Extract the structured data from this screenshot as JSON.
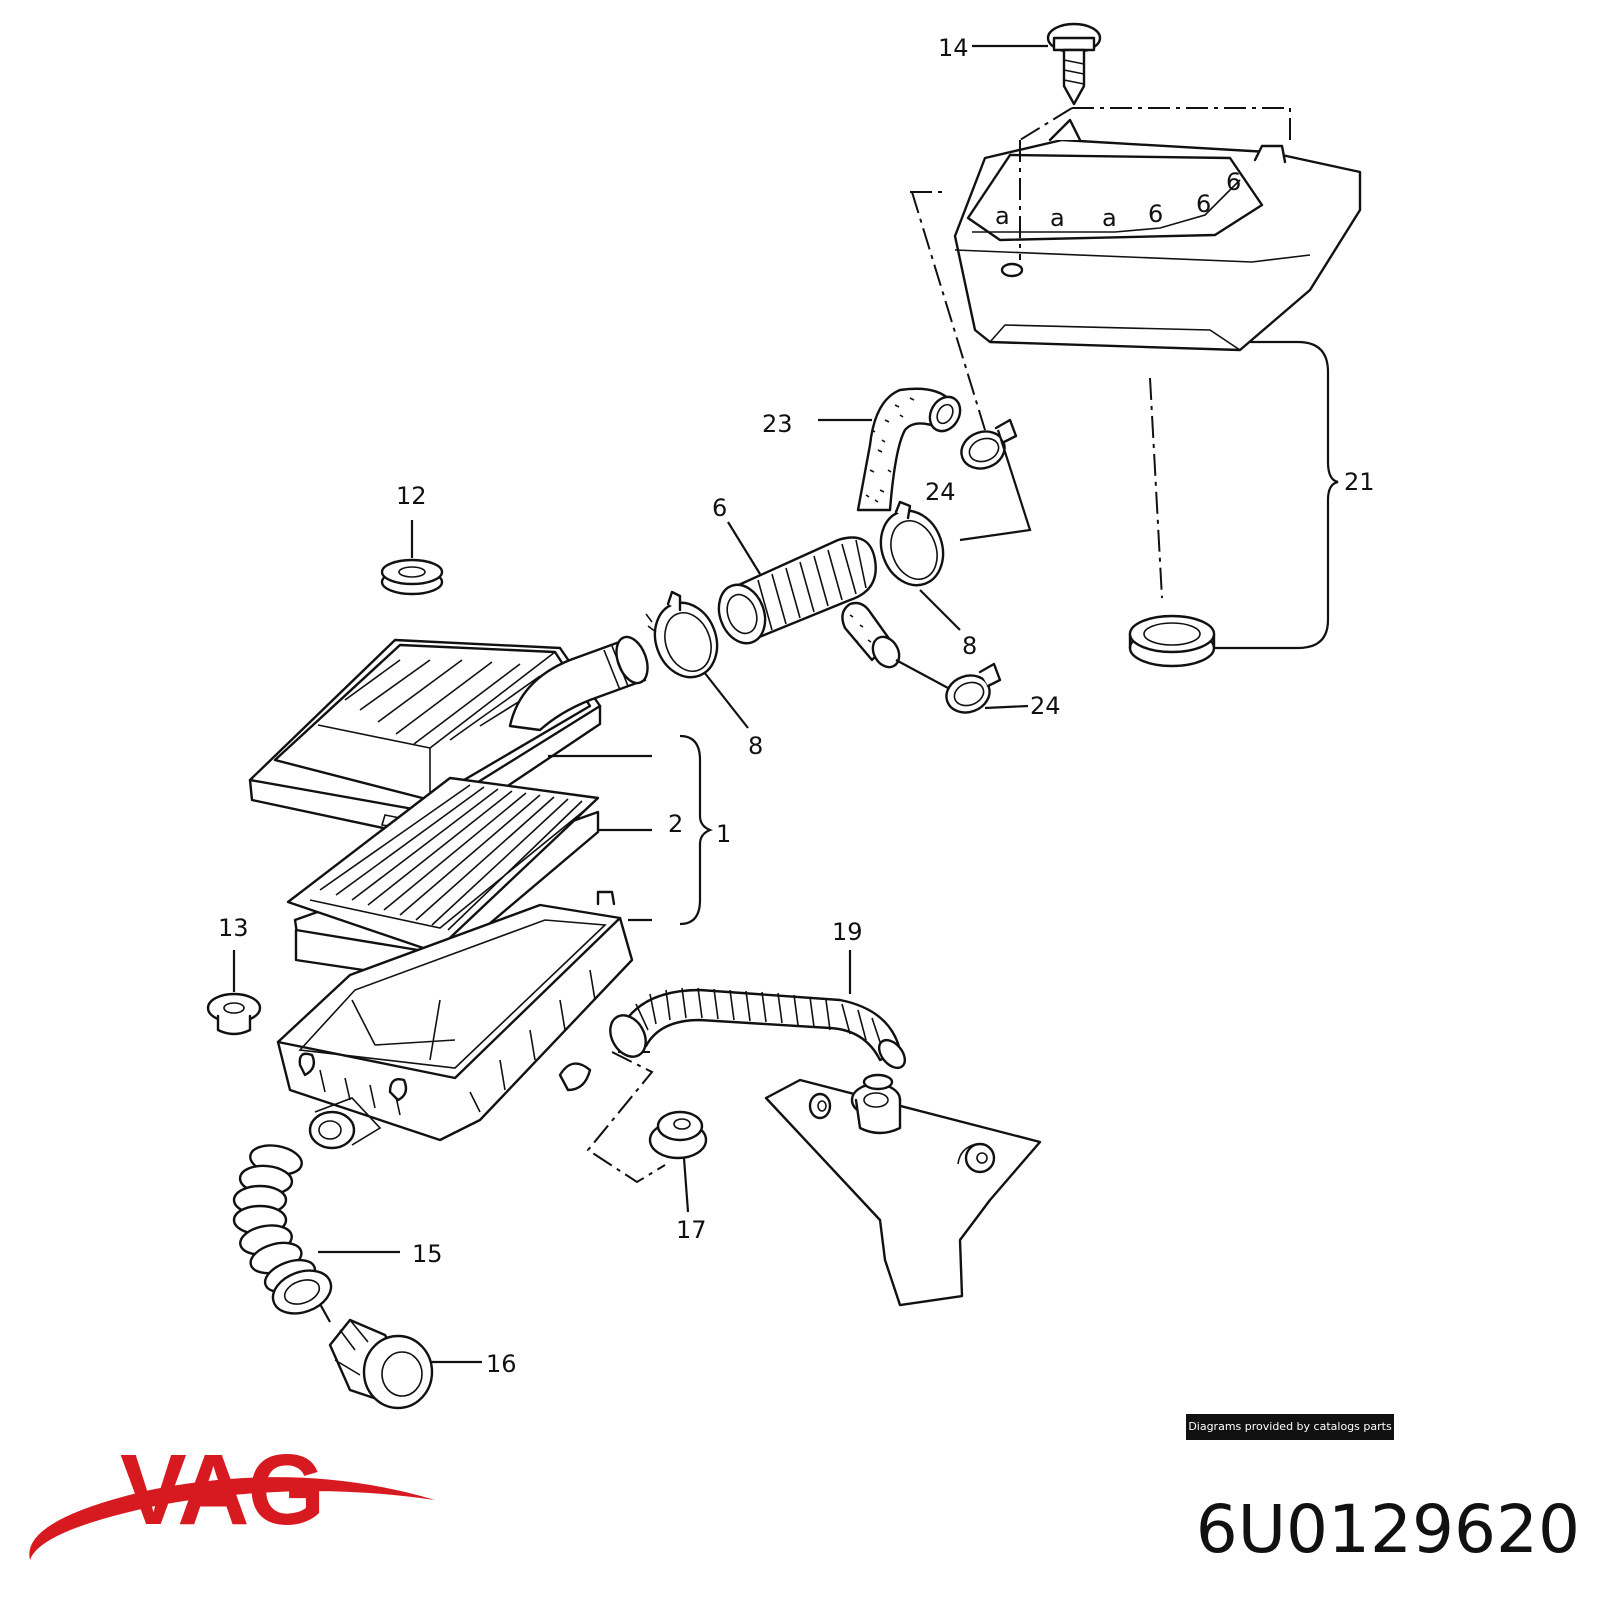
{
  "callouts": [
    {
      "id": "c1",
      "text": "1"
    },
    {
      "id": "c2",
      "text": "2"
    },
    {
      "id": "c6",
      "text": "6"
    },
    {
      "id": "c8a",
      "text": "8"
    },
    {
      "id": "c8b",
      "text": "8"
    },
    {
      "id": "c12",
      "text": "12"
    },
    {
      "id": "c13",
      "text": "13"
    },
    {
      "id": "c14",
      "text": "14"
    },
    {
      "id": "c15",
      "text": "15"
    },
    {
      "id": "c16",
      "text": "16"
    },
    {
      "id": "c17",
      "text": "17"
    },
    {
      "id": "c19",
      "text": "19"
    },
    {
      "id": "c21",
      "text": "21"
    },
    {
      "id": "c23",
      "text": "23"
    },
    {
      "id": "c24a",
      "text": "24"
    },
    {
      "id": "c24b",
      "text": "24"
    }
  ],
  "cover_marks": [
    "a",
    "a",
    "a",
    "6",
    "6",
    "6"
  ],
  "credit": "Diagrams provided by catalogs parts",
  "brand": {
    "name": "VAG",
    "color": "#d71920"
  },
  "part_number": "6U0129620"
}
